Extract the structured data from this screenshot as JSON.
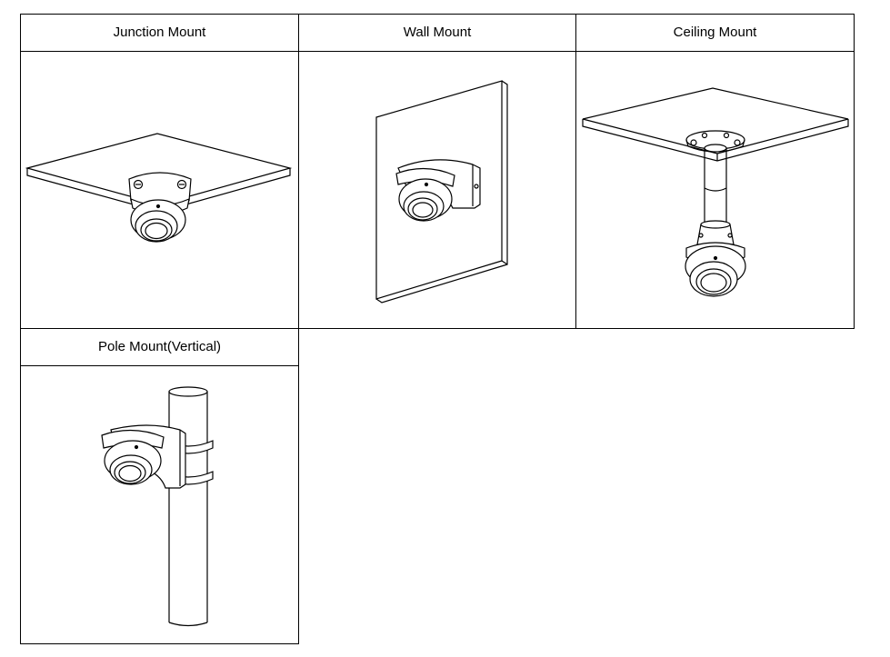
{
  "mounts": [
    {
      "label": "Junction Mount"
    },
    {
      "label": "Wall Mount"
    },
    {
      "label": "Ceiling Mount"
    },
    {
      "label": "Pole Mount(Vertical)"
    }
  ],
  "colors": {
    "line": "#000000",
    "background": "#ffffff"
  }
}
